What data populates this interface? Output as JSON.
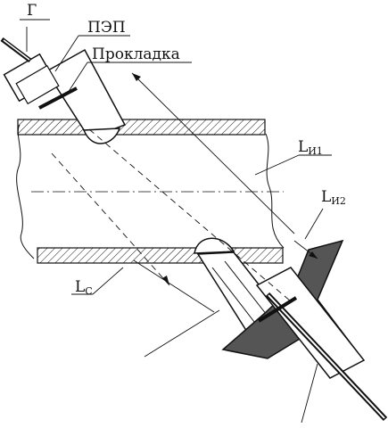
{
  "labels": {
    "gamma": "Г",
    "pep": "ПЭП",
    "gasket": "Прокладка",
    "l_i1_main": "L",
    "l_i1_sub": "И1",
    "l_i2_main": "L",
    "l_i2_sub": "И2",
    "l_c_main": "L",
    "l_c_sub": "С"
  },
  "colors": {
    "line": "#111111",
    "fill_dark": "#555555",
    "fill_light": "#ffffff"
  }
}
